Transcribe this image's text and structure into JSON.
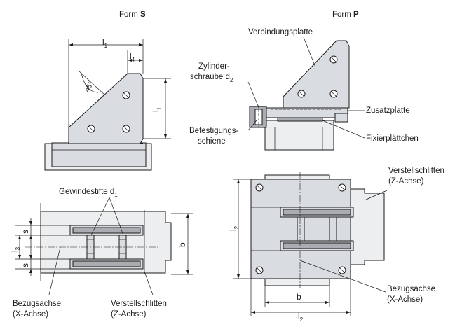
{
  "form_s": {
    "title_prefix": "Form",
    "title_letter": "S"
  },
  "form_p": {
    "title_prefix": "Form",
    "title_letter": "P"
  },
  "labels": {
    "verbindungsplatte": "Verbindungsplatte",
    "zylinder_1": "Zylinder-",
    "zylinder_2": "schraube d",
    "zylinder_sub": "2",
    "zusatzplatte": "Zusatzplatte",
    "fixierplaettchen": "Fixierplättchen",
    "befestigung_1": "Befestigungs-",
    "befestigung_2": "schiene",
    "gewindestifte": "Gewindestifte d",
    "gewindestifte_sub": "1",
    "verstell_left_1": "Verstellschlitten",
    "verstell_left_2": "(Z-Achse)",
    "bezug_left_1": "Bezugsachse",
    "bezug_left_2": "(X-Achse)",
    "verstell_right_1": "Verstellschlitten",
    "verstell_right_2": "(Z-Achse)",
    "bezug_right_1": "Bezugsachse",
    "bezug_right_2": "(X-Achse)"
  },
  "dims": {
    "l1_top": "l",
    "l1_top_sub": "1",
    "l4": "l",
    "l4_sub": "4",
    "angle": "45°",
    "l1_side": "l",
    "l1_side_sub": "1",
    "s_top": "s",
    "l3": "l",
    "l3_sub": "3",
    "s_bottom": "s",
    "b_left": "b",
    "l2_side": "l",
    "l2_side_sub": "2",
    "b_bottom": "b",
    "l2_bottom": "l",
    "l2_bottom_sub": "2"
  }
}
